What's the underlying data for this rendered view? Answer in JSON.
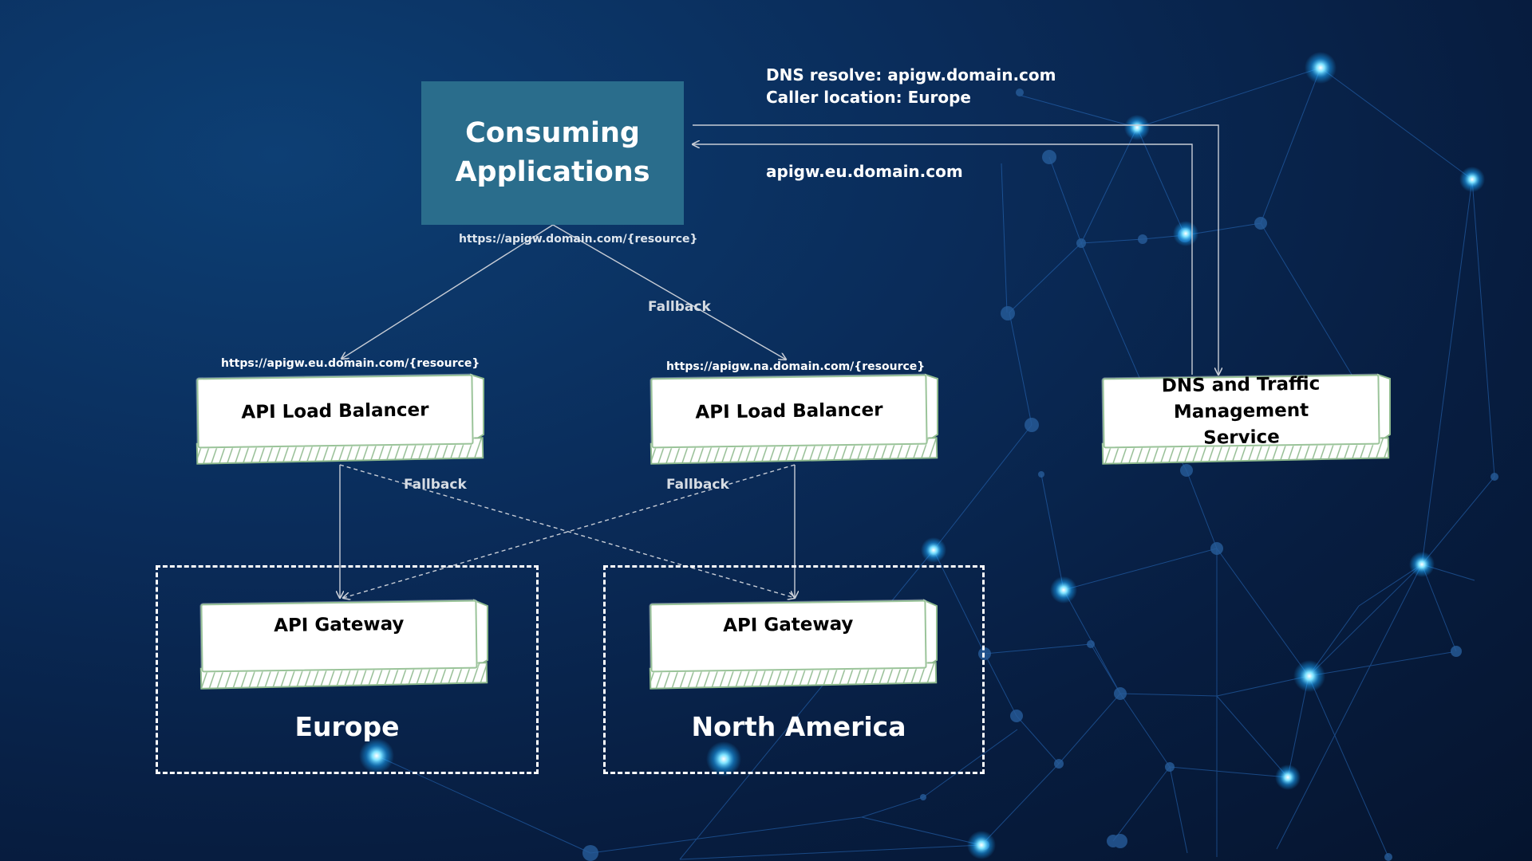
{
  "nodes": {
    "consuming": "Consuming Applications",
    "lb_eu": "API Load Balancer",
    "lb_na": "API Load Balancer",
    "gw_eu": "API Gateway",
    "gw_na": "API Gateway",
    "dns": "DNS and Traffic Management Service"
  },
  "urls": {
    "main": "https://apigw.domain.com/{resource}",
    "eu": "https://apigw.eu.domain.com/{resource}",
    "na": "https://apigw.na.domain.com/{resource}"
  },
  "fallback_labels": {
    "top": "Fallback",
    "left": "Fallback",
    "right": "Fallback"
  },
  "dns_notes": {
    "resolve": "DNS resolve: apigw.domain.com",
    "location": "Caller location: Europe",
    "response": "apigw.eu.domain.com"
  },
  "regions": {
    "europe": "Europe",
    "north_america": "North America"
  },
  "colors": {
    "background": "#0a2c5a",
    "consuming_box": "#2a6d8c",
    "node_fill": "#ffffff",
    "node_border": "#9bc49a",
    "arrow": "#c8cdd6",
    "glow": "#39c8ff"
  }
}
